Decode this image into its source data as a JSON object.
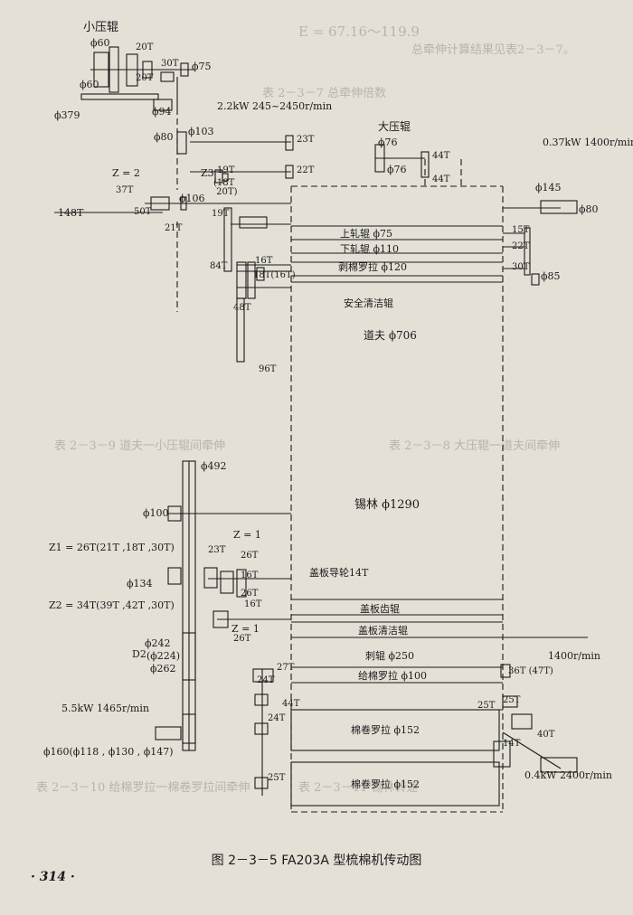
{
  "figure": {
    "caption": "图 2－3－5   FA203A 型梳棉机传动图",
    "page_number": "· 314 ·"
  },
  "background_text": {
    "formula": "E = 67.16～119.9",
    "note1": "总牵伸计算结果见表2－3－7。",
    "table_title": "表 2－3－7   总牵伸倍数",
    "table_b": "表 2－3－9   道夫一小压辊间牵伸",
    "table_c": "表 2－3－8   大压辊一道夫间牵伸",
    "table_d": "表 2－3－10   给棉罗拉一棉卷罗拉间牵伸",
    "table_e": "表 2－3－11   锡林转速"
  },
  "labels": {
    "xiaoyagun": "小压辊",
    "phi60_top": "ϕ60",
    "t20_a": "20T",
    "t30": "30T",
    "t20_b": "20T",
    "phi75": "ϕ75",
    "phi60_b": "ϕ60",
    "phi379": "ϕ379",
    "phi94": "ϕ94",
    "motor_22": "2.2kW  245~2450r/min",
    "phi80_a": "ϕ80",
    "phi103": "ϕ103",
    "t23": "23T",
    "t22": "22T",
    "dayagun": "大压辊",
    "phi76_a": "ϕ76",
    "phi76_b": "ϕ76",
    "t44_a": "44T",
    "t44_b": "44T",
    "motor_037": "0.37kW   1400r/min",
    "z2": "Z = 2",
    "t37": "37T",
    "phi106": "ϕ106",
    "z3": "Z3",
    "t19": "19T",
    "t18_20": "(18T\n 20T)",
    "t19b": "19T",
    "t148": "148T",
    "t50": "50T",
    "t21": "21T",
    "phi145": "ϕ145",
    "phi80_b": "ϕ80",
    "shangzhagun": "上轧辊   ϕ75",
    "xiazhagun": "下轧辊   ϕ110",
    "boluo": "剥棉罗拉 ϕ120",
    "t15": "15T",
    "t22b": "22T",
    "t30b": "30T",
    "phi85": "ϕ85",
    "t84": "84T",
    "t16_a": "16T",
    "t18_16": "18T(16T)",
    "t48": "48T",
    "anquan": "安全清洁辊",
    "daofu": "道夫 ϕ706",
    "t96": "96T",
    "phi492": "ϕ492",
    "xilin": "锡林 ϕ1290",
    "phi100_a": "ϕ100",
    "z1_eq": "Z = 1",
    "z1_teeth": "Z1 = 26T(21T ,18T ,30T)",
    "t23b": "23T",
    "t26_a": "26T",
    "t16_b": "16T",
    "t26_b": "26T",
    "phi134": "ϕ134",
    "gaiban_daolun": "盖板导轮14T",
    "t16_c": "16T",
    "z2_teeth": "Z2 = 34T(39T ,42T ,30T)",
    "gaiban_chi": "盖板齿辊",
    "gaiban_qingjie": "盖板清洁辊",
    "z1b": "Z = 1",
    "t26_c": "26T",
    "phi242": "ϕ242",
    "d2": "D2",
    "phi224": "(ϕ224)",
    "phi262": "ϕ262",
    "cigun": "刺辊  ϕ250",
    "motor_1400": "1400r/min",
    "geimian": "给棉罗拉 ϕ100",
    "t27": "27T",
    "t24_a": "24T",
    "t44_c": "44T",
    "t36": "36T (47T)",
    "motor_55": "5.5kW  1465r/min",
    "t24_b": "24T",
    "t25_a": "25T",
    "t25_b": "25T",
    "t40": "40T",
    "mianjuan1": "棉卷罗拉 ϕ152",
    "t14": "14T",
    "phi160": "ϕ160(ϕ118 , ϕ130 , ϕ147)",
    "t25_c": "25T",
    "motor_04": "0.4kW    2400r/min",
    "mianjuan2": "棉卷罗拉 ϕ152"
  }
}
